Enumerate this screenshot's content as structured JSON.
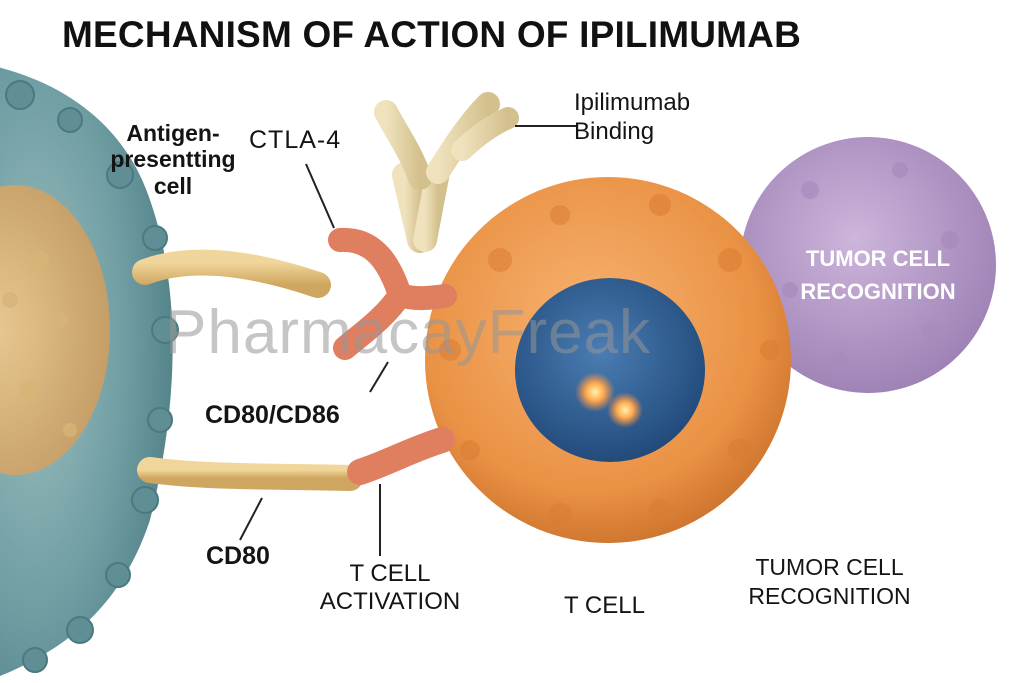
{
  "title": "MECHANISM OF ACTION OF IPILIMUMAB",
  "labels": {
    "antigen_presenting_cell": "Antigen-presentting cell",
    "ctla4": "CTLA-4",
    "ipilimumab_binding": "Ipilimumab Binding",
    "cd80_cd86": "CD80/CD86",
    "cd80": "CD80",
    "t_cell_activation": "T CELL ACTIVATION",
    "t_cell": "T CELL",
    "tumor_cell_recognition_inside": "TUMOR CELL RECOGNITION",
    "tumor_cell_recognition_caption": "TUMOR CELL RECOGNITION"
  },
  "watermark": "PharmacayFreak",
  "colors": {
    "apc_blue": "#6f9ea3",
    "apc_core": "#d9b27a",
    "t_cell_orange": "#eb9648",
    "nucleus_blue": "#2f5d95",
    "tumor_purple": "#b79ac8",
    "receptor_pink": "#e07f60",
    "ligand_tan": "#e3c27d",
    "antibody_beige": "#e3d3a7"
  }
}
